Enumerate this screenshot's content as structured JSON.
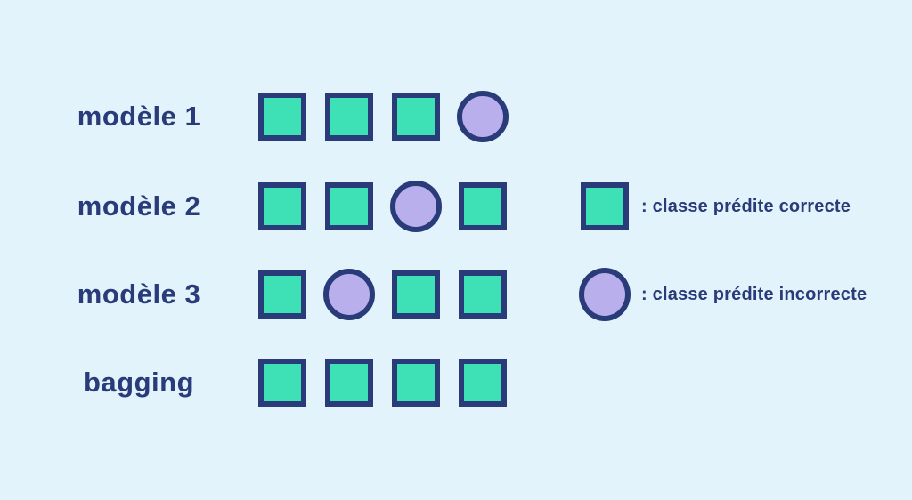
{
  "title": "bagging-prediction-diagram",
  "colors": {
    "background": "#E3F3FB",
    "correct_fill": "#3EE0B5",
    "incorrect_fill": "#B9AFED",
    "outline_and_text": "#2A3B7A"
  },
  "rows": [
    {
      "label": "modèle 1",
      "shapes": [
        "correct",
        "correct",
        "correct",
        "incorrect"
      ]
    },
    {
      "label": "modèle 2",
      "shapes": [
        "correct",
        "correct",
        "incorrect",
        "correct"
      ]
    },
    {
      "label": "modèle 3",
      "shapes": [
        "correct",
        "incorrect",
        "correct",
        "correct"
      ]
    },
    {
      "label": "bagging",
      "shapes": [
        "correct",
        "correct",
        "correct",
        "correct"
      ]
    }
  ],
  "legend": [
    {
      "shape": "correct",
      "label": ": classe prédite correcte"
    },
    {
      "shape": "incorrect",
      "label": ": classe prédite incorrecte"
    }
  ],
  "layout": {
    "row_tops": [
      102,
      203,
      302,
      401
    ],
    "legend_tops": [
      203,
      302
    ]
  }
}
